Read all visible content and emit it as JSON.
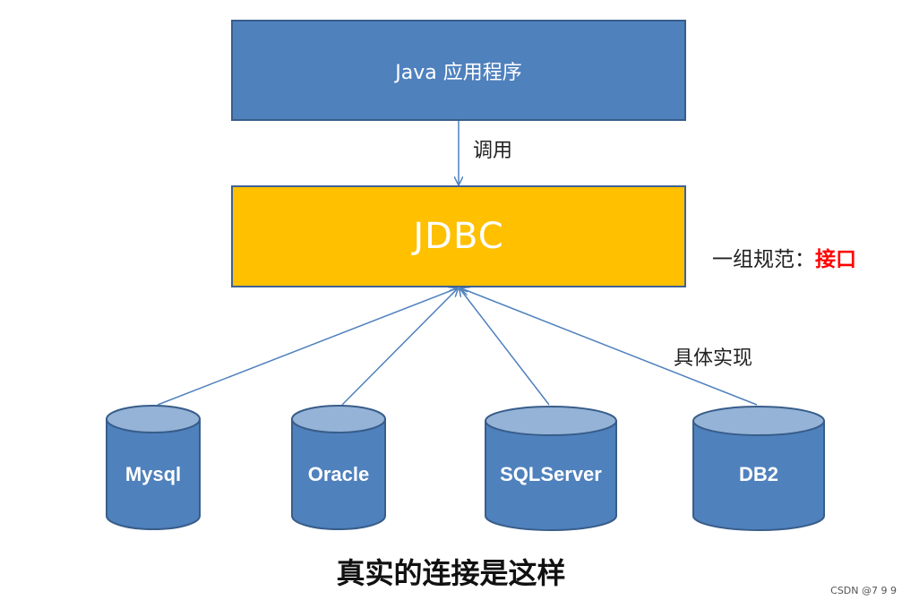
{
  "diagram": {
    "app_box": {
      "label": "Java 应用程序"
    },
    "call_label": "调用",
    "jdbc_box": {
      "label": "JDBC"
    },
    "spec": {
      "prefix": "一组规范：",
      "emphasis": "接口"
    },
    "impl_label": "具体实现",
    "databases": [
      {
        "label": "Mysql"
      },
      {
        "label": "Oracle"
      },
      {
        "label": "SQLServer"
      },
      {
        "label": "DB2"
      }
    ],
    "caption": "真实的连接是这样",
    "watermark": "CSDN @7 9 9",
    "colors": {
      "app_box": "#4f81bd",
      "jdbc_box": "#ffc000",
      "database": "#4f81bd",
      "database_top": "#95b3d7",
      "arrow": "#4f81bd",
      "emphasis": "#ff0000"
    }
  }
}
